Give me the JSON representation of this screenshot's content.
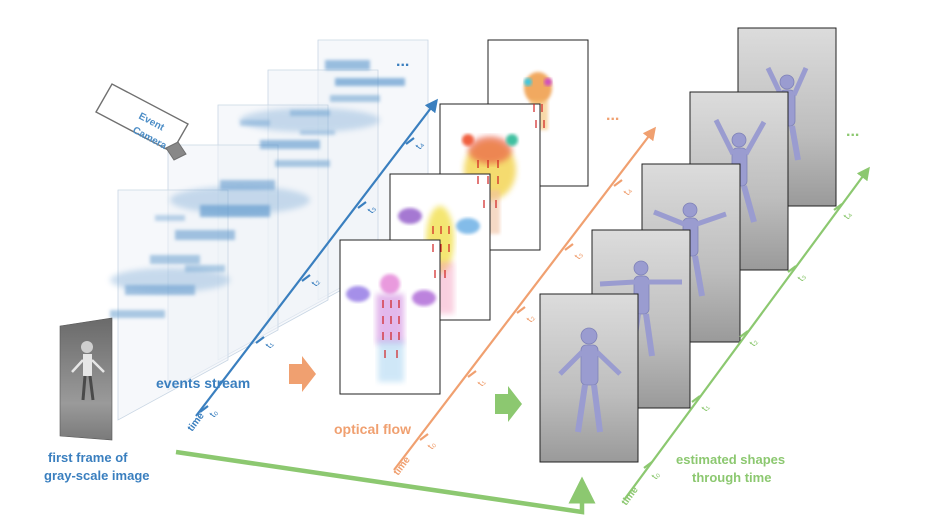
{
  "labels": {
    "event_camera_line1": "Event",
    "event_camera_line2": "Camera",
    "events_stream": "events stream",
    "optical_flow": "optical flow",
    "first_frame_line1": "first frame of",
    "first_frame_line2": "gray-scale image",
    "estimated_line1": "estimated shapes",
    "estimated_line2": "through time",
    "time": "time",
    "ellipsis": "..."
  },
  "ticks": {
    "t0": "t₀",
    "t1": "t₁",
    "t2": "t₂",
    "t3": "t₃",
    "t4": "t₄"
  },
  "colors": {
    "events_blue": "#3a7fbf",
    "flow_orange": "#f0a070",
    "shapes_green": "#8cc870",
    "body_lavender": "#9a9cd0",
    "gray_frame": "#8a8a8a"
  }
}
